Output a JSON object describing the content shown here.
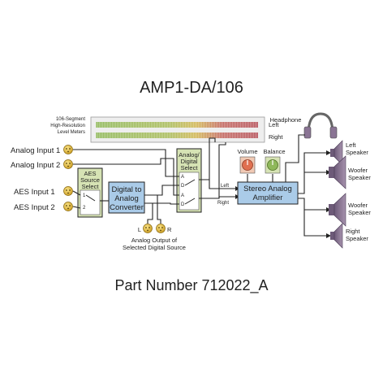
{
  "title": "AMP1-DA/106",
  "part_number": "Part Number 712022_A",
  "meters": {
    "caption_line1": "106-Segment",
    "caption_line2": "High-Resolution",
    "caption_line3": "Level Meters",
    "left_label": "Left",
    "right_label": "Right"
  },
  "inputs": {
    "analog1": "Analog Input 1",
    "analog2": "Analog Input 2",
    "aes1": "AES Input 1",
    "aes2": "AES Input 2"
  },
  "aes_select": {
    "line1": "AES",
    "line2": "Source",
    "line3": "Select",
    "pos1": "1",
    "pos2": "2"
  },
  "dac": {
    "line1": "Digital to",
    "line2": "Analog",
    "line3": "Converter"
  },
  "ad_select": {
    "line1": "Analog/",
    "line2": "Digital",
    "line3": "Select",
    "ports": [
      "A",
      "D",
      "A",
      "D"
    ]
  },
  "analog_output": {
    "l": "L",
    "r": "R",
    "caption_line1": "Analog Output of",
    "caption_line2": "Selected Digital Source"
  },
  "amp_bus": {
    "left": "Left",
    "right": "Right"
  },
  "controls": {
    "volume": "Volume",
    "balance": "Balance"
  },
  "amplifier": {
    "line1": "Stereo Analog",
    "line2": "Amplifier"
  },
  "headphone": "Headphone",
  "speakers": [
    {
      "line1": "Left",
      "line2": "Speaker"
    },
    {
      "line1": "Woofer",
      "line2": "Speaker"
    },
    {
      "line1": "Woofer",
      "line2": "Speaker"
    },
    {
      "line1": "Right",
      "line2": "Speaker"
    }
  ],
  "colors": {
    "green_box": "#d6e3b4",
    "blue_box": "#aacbe8",
    "xlr_gold": "#e8c33c",
    "meter_green": "#7aa84a",
    "meter_yellow": "#c9b44a",
    "meter_red": "#b5525a",
    "speaker_purple": "#8a7494"
  }
}
